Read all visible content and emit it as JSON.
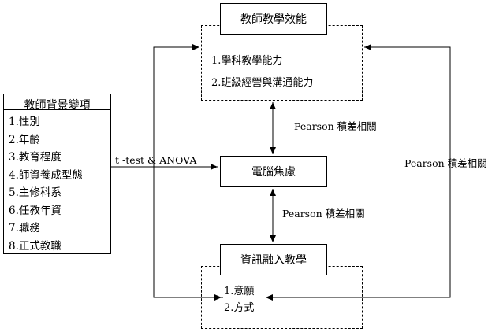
{
  "background_box": {
    "title": "教師背景變項",
    "items": [
      "1.性別",
      "2.年齡",
      "3.教育程度",
      "4.師資養成型態",
      "5.主修科系",
      "6.任教年資",
      "7.職務",
      "8.正式教職"
    ]
  },
  "efficacy": {
    "title": "教師教學效能",
    "items": [
      "1.學科教學能力",
      "2.班級經營與溝通能力"
    ]
  },
  "anxiety": {
    "title": "電腦焦慮"
  },
  "integration": {
    "title": "資訊融入教學",
    "items": [
      "1.意願",
      "2.方式"
    ]
  },
  "labels": {
    "ttest": "t -test & ANOVA",
    "pearson_top": "Pearson 積差相關",
    "pearson_mid": "Pearson 積差相關",
    "pearson_right": "Pearson 積差相關"
  }
}
